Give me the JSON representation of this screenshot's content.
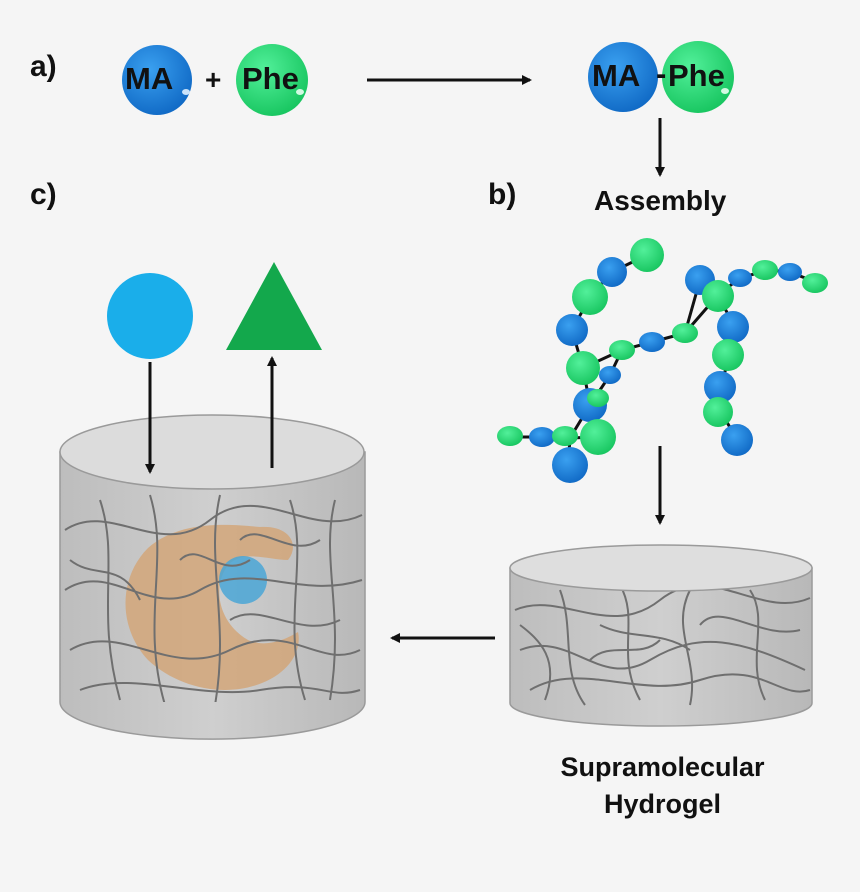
{
  "panels": {
    "a": "a)",
    "b": "b)",
    "c": "c)"
  },
  "reactants": {
    "left": "MA",
    "plus": "+",
    "right": "Phe"
  },
  "product": {
    "left": "MA",
    "link": "-",
    "right": "Phe"
  },
  "step_label": "Assembly",
  "hydrogel_label": {
    "line1": "Supramolecular",
    "line2": "Hydrogel"
  },
  "colors": {
    "ma_blue": "#1a7fd6",
    "phe_green": "#2de07a",
    "load_blue": "#1aaeea",
    "release_green": "#13a84c",
    "gel_gray": "#c7c7c7",
    "payload_tan": "#d2a679"
  }
}
